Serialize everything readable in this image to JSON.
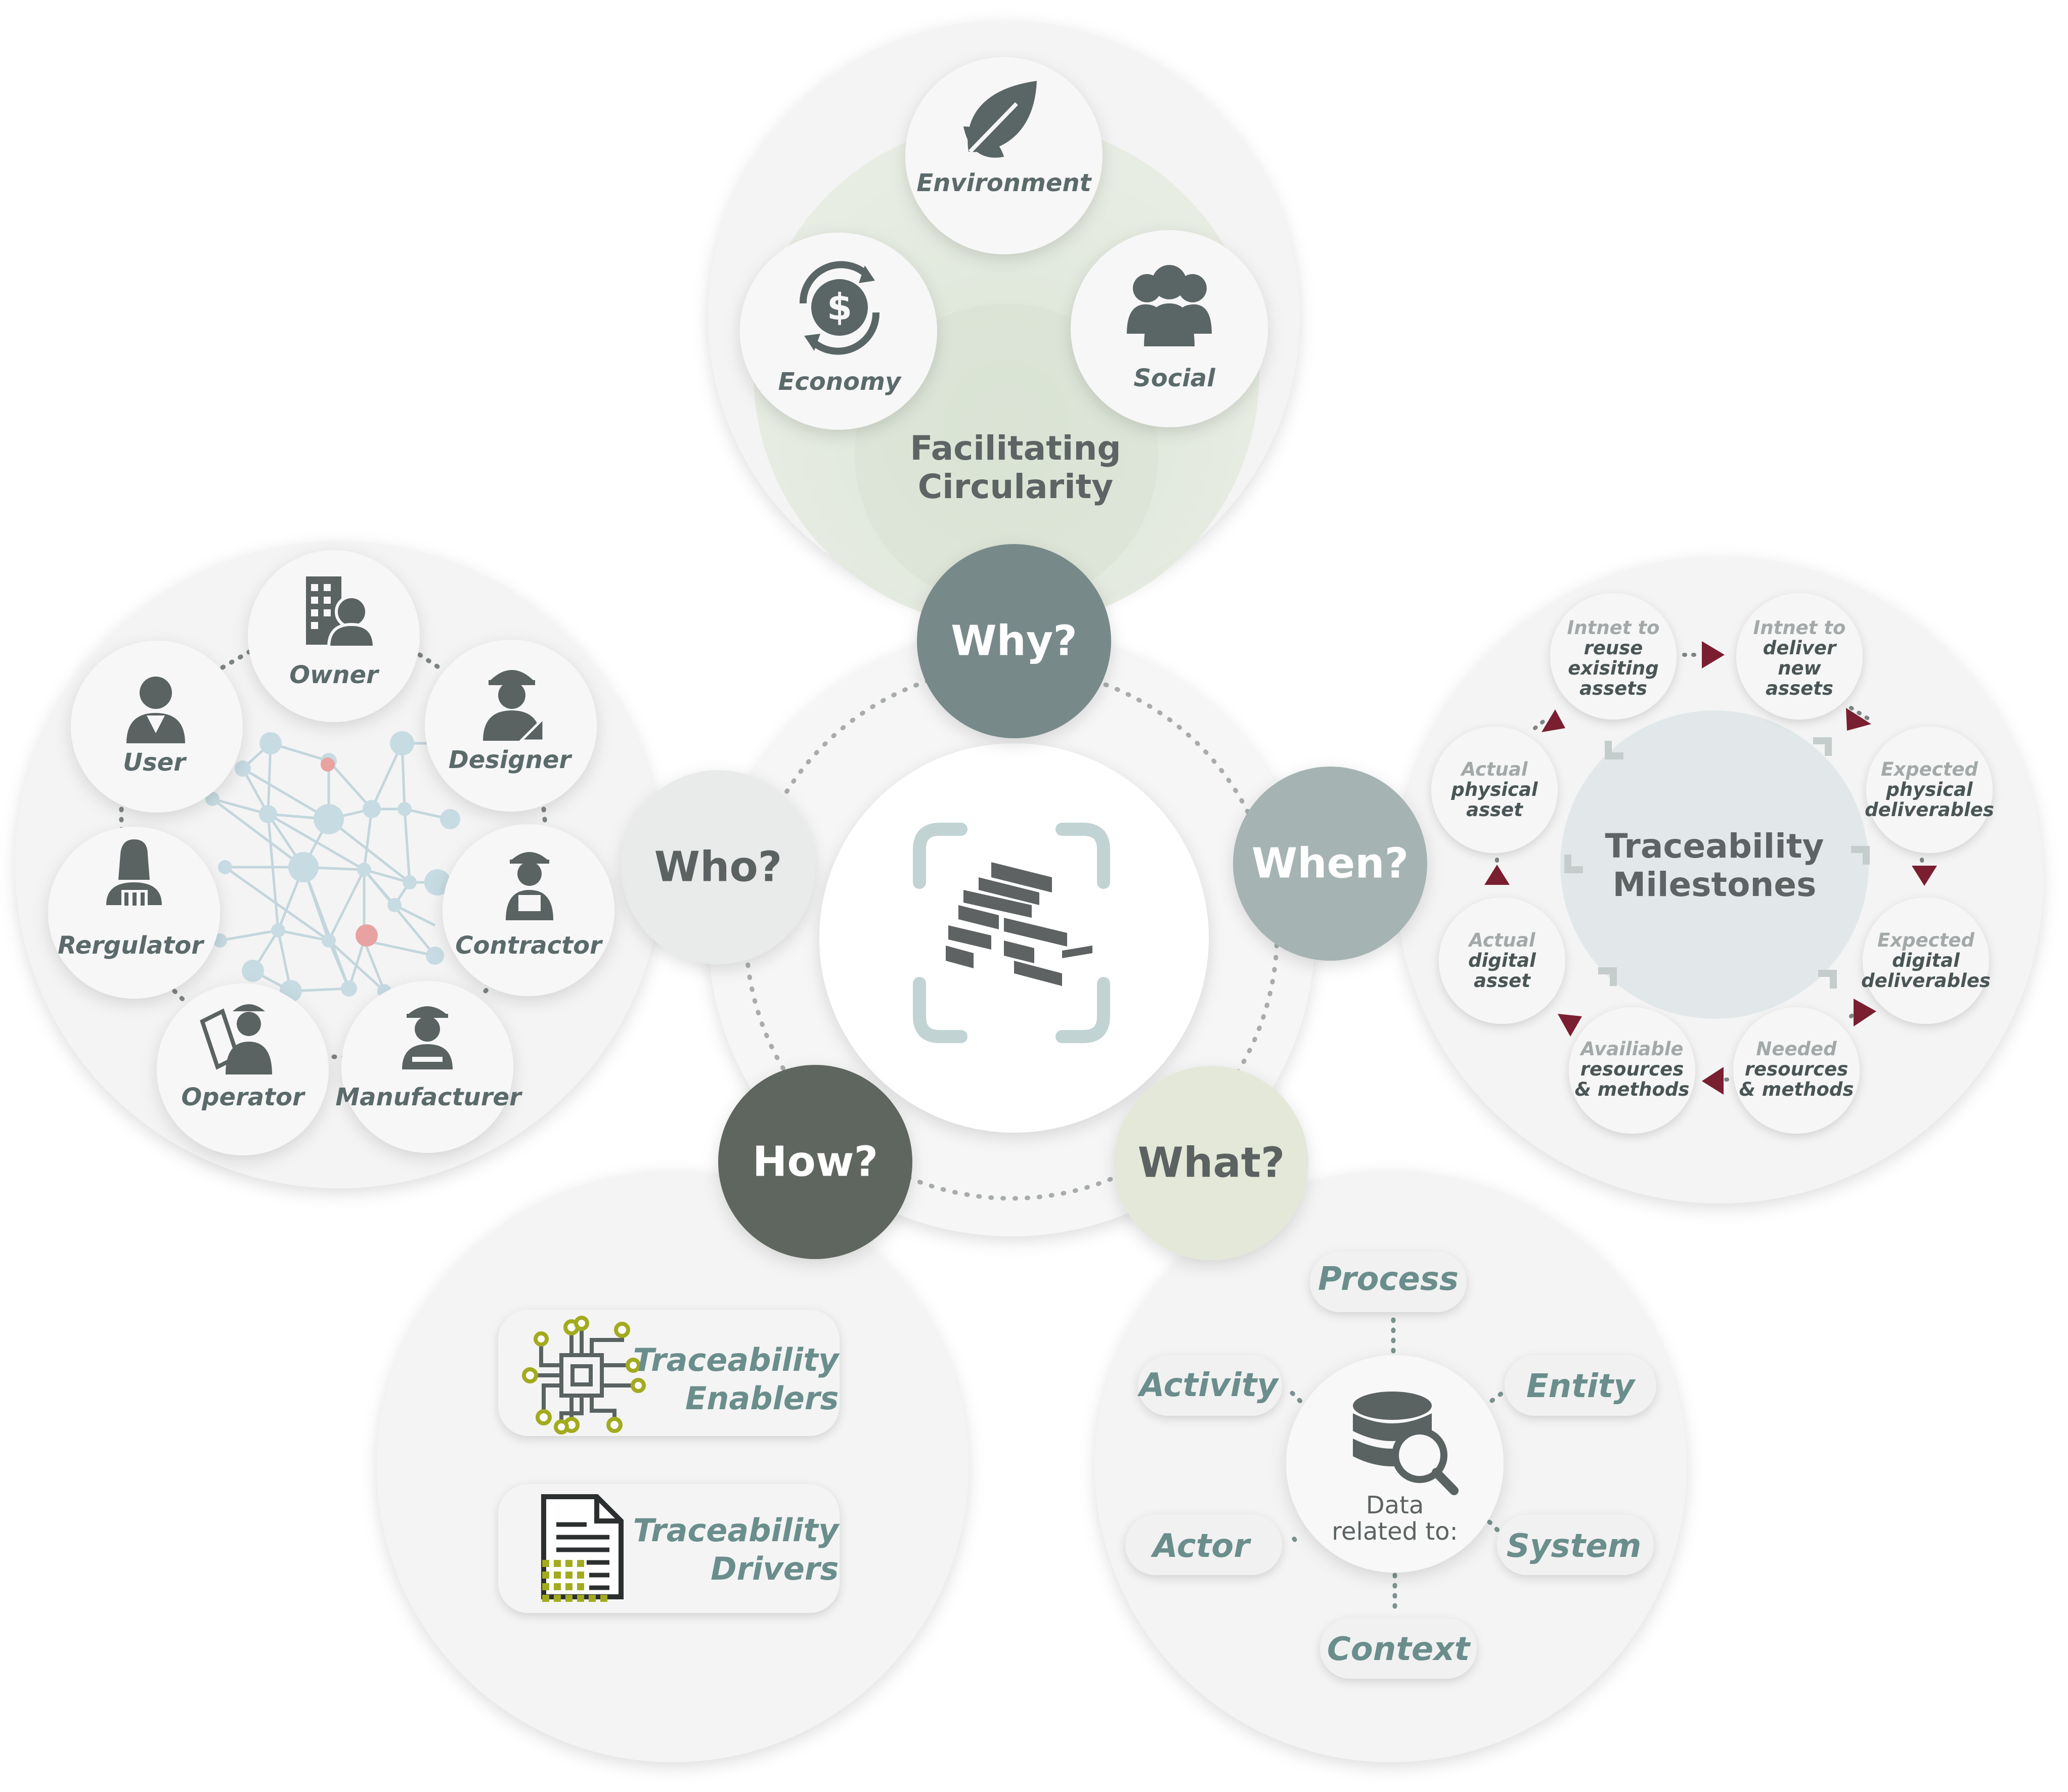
{
  "center": {
    "icon": "stacked-beams-scan-icon"
  },
  "hubs": {
    "why": "Why?",
    "who": "Who?",
    "when": "When?",
    "how": "How?",
    "what": "What?"
  },
  "why": {
    "title": "Facilitating\nCircularity",
    "items": [
      {
        "label": "Environment",
        "icon": "leaf-icon"
      },
      {
        "label": "Economy",
        "icon": "dollar-cycle-icon"
      },
      {
        "label": "Social",
        "icon": "group-icon"
      }
    ]
  },
  "who": {
    "actors": [
      {
        "label": "Owner",
        "icon": "building-owner-icon"
      },
      {
        "label": "User",
        "icon": "user-icon"
      },
      {
        "label": "Designer",
        "icon": "designer-icon"
      },
      {
        "label": "Rergulator",
        "icon": "regulator-icon"
      },
      {
        "label": "Contractor",
        "icon": "contractor-icon"
      },
      {
        "label": "Operator",
        "icon": "operator-icon"
      },
      {
        "label": "Manufacturer",
        "icon": "manufacturer-icon"
      }
    ]
  },
  "when": {
    "title": "Traceability\nMilestones",
    "milestones": [
      {
        "label_lines": [
          "Intnet to",
          "reuse",
          "exisiting",
          "assets"
        ],
        "accent_lines": 1
      },
      {
        "label_lines": [
          "Intnet to",
          "deliver",
          "new",
          "assets"
        ],
        "accent_lines": 1
      },
      {
        "label_lines": [
          "Expected",
          "physical",
          "deliverables"
        ],
        "accent_lines": 1
      },
      {
        "label_lines": [
          "Expected",
          "digital",
          "deliverables"
        ],
        "accent_lines": 1
      },
      {
        "label_lines": [
          "Needed",
          "resources",
          "& methods"
        ],
        "accent_lines": 1
      },
      {
        "label_lines": [
          "Availiable",
          "resources",
          "& methods"
        ],
        "accent_lines": 1
      },
      {
        "label_lines": [
          "Actual",
          "digital",
          "asset"
        ],
        "accent_lines": 1
      },
      {
        "label_lines": [
          "Actual",
          "physical",
          "asset"
        ],
        "accent_lines": 1
      }
    ],
    "arrow_color": "#7a1f30"
  },
  "how": {
    "items": [
      {
        "label": "Traceability\nEnablers",
        "icon": "circuit-chip-icon"
      },
      {
        "label": "Traceability\nDrivers",
        "icon": "document-grid-icon"
      }
    ]
  },
  "what": {
    "center": "Data\nrelated to:",
    "center_icon": "database-search-icon",
    "items": [
      "Process",
      "Activity",
      "Entity",
      "Actor",
      "System",
      "Context"
    ]
  },
  "colors": {
    "why": "#78898a",
    "who": "#e9eaea",
    "when": "#a5b4b2",
    "how": "#5e665e",
    "what": "#e3e8d8",
    "accent_olive": "#a2ab1f",
    "milestone_arrow": "#7a1f30"
  }
}
